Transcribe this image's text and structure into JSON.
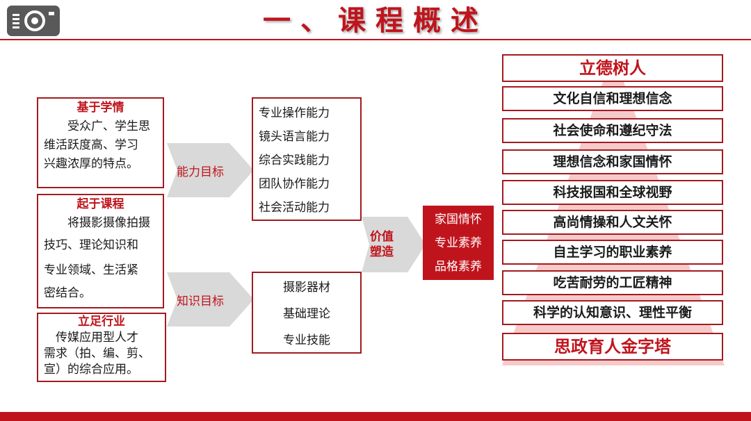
{
  "header": {
    "title": "一、课程概述"
  },
  "left_boxes": [
    {
      "head": "基于学情",
      "lines": [
        "受众广、学生思",
        "维活跃度高、学习",
        "兴趣浓厚的特点。"
      ]
    },
    {
      "head": "起于课程",
      "lines": [
        "将摄影摄像拍摄",
        "技巧、理论知识和",
        "专业领域、生活紧",
        "密结合。"
      ]
    },
    {
      "head": "立足行业",
      "lines": [
        "传媒应用型人才",
        "需求（拍、编、剪、",
        "宣）的综合应用。"
      ]
    }
  ],
  "arrows": {
    "ability": "能力目标",
    "knowledge": "知识目标",
    "value": [
      "价值",
      "塑造"
    ]
  },
  "ability_items": [
    "专业操作能力",
    "镜头语言能力",
    "综合实践能力",
    "团队协作能力",
    "社会活动能力"
  ],
  "knowledge_items": [
    "摄影器材",
    "基础理论",
    "专业技能"
  ],
  "value_items": [
    "家国情怀",
    "专业素养",
    "品格素养"
  ],
  "pyramid": {
    "top": "立德树人",
    "items": [
      "文化自信和理想信念",
      "社会使命和遵纪守法",
      "理想信念和家国情怀",
      "科技报国和全球视野",
      "高尚情操和人文关怀",
      "自主学习的职业素养",
      "吃苦耐劳的工匠精神",
      "科学的认知意识、理性平衡"
    ],
    "bottom": "思政育人金字塔"
  }
}
